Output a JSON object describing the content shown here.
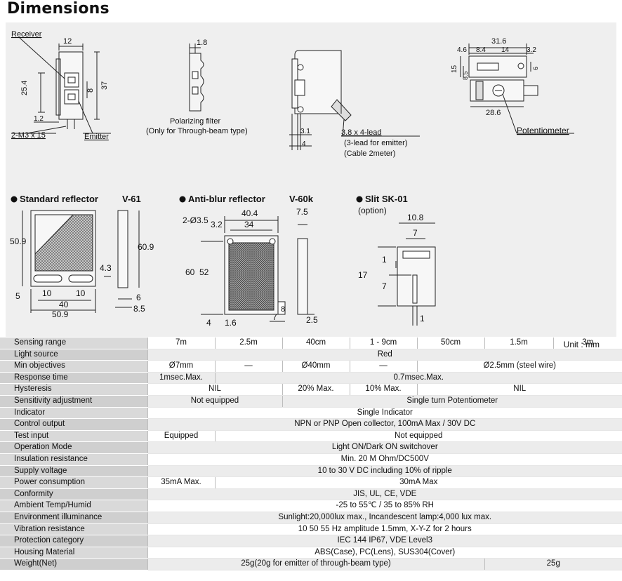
{
  "page": {
    "heading": "Dimensions",
    "unit_note": "Unit : mm"
  },
  "drawings": {
    "sensor_front": {
      "receiver": "Receiver",
      "emitter": "Emitter",
      "screw": "2-M3 x 15",
      "dim_width": "12",
      "dim_h1": "25.4",
      "dim_h2": "37",
      "dim_mid": "8",
      "dim_bottom": "1.2"
    },
    "filter": {
      "label": "Polarizing filter",
      "note": "(Only for Through-beam type)",
      "dim": "1.8"
    },
    "sensor_side": {
      "lead": "3.8 x 4-lead",
      "lead_note1": "(3-lead for emitter)",
      "lead_note2": "(Cable 2meter)",
      "dim_a": "3.1",
      "dim_b": "4"
    },
    "sensor_top": {
      "potentiometer": "Potentiometer",
      "dim_total": "31.6",
      "dim_a": "4.6",
      "dim_b": "8.4",
      "dim_c": "14",
      "dim_d": "3.2",
      "dim_h": "15",
      "dim_e": "8.5",
      "dim_f": "6",
      "dim_bottom": "28.6"
    },
    "reflector_v61": {
      "title": "Standard reflector",
      "model": "V-61",
      "dim_h": "50.9",
      "dim_side": "60.9",
      "dim_small": "4.3",
      "dim_5": "5",
      "dim_10a": "10",
      "dim_10b": "10",
      "dim_40": "40",
      "dim_509": "50.9",
      "dim_6": "6",
      "dim_85": "8.5"
    },
    "reflector_v60k": {
      "title": "Anti-blur reflector",
      "model": "V-60k",
      "holes": "2-Ø3.5",
      "dim_404": "40.4",
      "dim_32": "3.2",
      "dim_34": "34",
      "dim_60": "60",
      "dim_52": "52",
      "dim_75": "7.5",
      "dim_4": "4",
      "dim_16": "1.6",
      "dim_7": "7",
      "dim_8": "8",
      "dim_25": "2.5"
    },
    "slit": {
      "title": "Slit SK-01",
      "note": "(option)",
      "dim_108": "10.8",
      "dim_7a": "7",
      "dim_17": "17",
      "dim_1a": "1",
      "dim_7b": "7",
      "dim_1b": "1"
    }
  },
  "specs": {
    "rows": [
      {
        "label": "Sensing range",
        "cells": [
          {
            "text": "7m",
            "span": 1
          },
          {
            "text": "2.5m",
            "span": 1
          },
          {
            "text": "40cm",
            "span": 1
          },
          {
            "text": "1 - 9cm",
            "span": 1
          },
          {
            "text": "50cm",
            "span": 1
          },
          {
            "text": "1.5m",
            "span": 1
          },
          {
            "text": "3m",
            "span": 1
          }
        ]
      },
      {
        "label": "Light source",
        "cells": [
          {
            "text": "Red",
            "span": 7
          }
        ]
      },
      {
        "label": "Min objectives",
        "cells": [
          {
            "text": "Ø7mm",
            "span": 1
          },
          {
            "text": "—",
            "span": 1
          },
          {
            "text": "Ø40mm",
            "span": 1
          },
          {
            "text": "—",
            "span": 1
          },
          {
            "text": "Ø2.5mm (steel wire)",
            "span": 3
          }
        ]
      },
      {
        "label": "Response time",
        "cells": [
          {
            "text": "1msec.Max.",
            "span": 1
          },
          {
            "text": "0.7msec.Max.",
            "span": 6
          }
        ]
      },
      {
        "label": "Hysteresis",
        "cells": [
          {
            "text": "NIL",
            "span": 2
          },
          {
            "text": "20% Max.",
            "span": 1
          },
          {
            "text": "10% Max.",
            "span": 1
          },
          {
            "text": "NIL",
            "span": 3
          }
        ]
      },
      {
        "label": "Sensitivity adjustment",
        "cells": [
          {
            "text": "Not equipped",
            "span": 2
          },
          {
            "text": "Single turn Potentiometer",
            "span": 5
          }
        ]
      },
      {
        "label": "Indicator",
        "cells": [
          {
            "text": "Single Indicator",
            "span": 7
          }
        ]
      },
      {
        "label": "Control output",
        "cells": [
          {
            "text": "NPN or PNP Open collector, 100mA Max / 30V DC",
            "span": 7
          }
        ]
      },
      {
        "label": "Test input",
        "cells": [
          {
            "text": "Equipped",
            "span": 1
          },
          {
            "text": "Not equipped",
            "span": 6
          }
        ]
      },
      {
        "label": "Operation Mode",
        "cells": [
          {
            "text": "Light ON/Dark ON switchover",
            "span": 7
          }
        ]
      },
      {
        "label": "Insulation resistance",
        "cells": [
          {
            "text": "Min. 20 M Ohm/DC500V",
            "span": 7
          }
        ]
      },
      {
        "label": "Supply voltage",
        "cells": [
          {
            "text": "10 to 30 V DC including 10% of ripple",
            "span": 7
          }
        ]
      },
      {
        "label": "Power consumption",
        "cells": [
          {
            "text": "35mA Max.",
            "span": 1
          },
          {
            "text": "30mA Max",
            "span": 6
          }
        ]
      },
      {
        "label": "Conformity",
        "cells": [
          {
            "text": "JIS, UL, CE, VDE",
            "span": 7
          }
        ]
      },
      {
        "label": "Ambient Temp/Humid",
        "cells": [
          {
            "text": "-25 to 55℃ / 35 to 85% RH",
            "span": 7
          }
        ]
      },
      {
        "label": "Environment illuminance",
        "cells": [
          {
            "text": "Sunlight:20,000lux max., Incandescent lamp:4,000 lux max.",
            "span": 7
          }
        ]
      },
      {
        "label": "Vibration resistance",
        "cells": [
          {
            "text": "10 50 55 Hz amplitude 1.5mm, X-Y-Z for 2 hours",
            "span": 7
          }
        ]
      },
      {
        "label": "Protection category",
        "cells": [
          {
            "text": "IEC 144 IP67, VDE Level3",
            "span": 7
          }
        ]
      },
      {
        "label": "Housing Material",
        "cells": [
          {
            "text": "ABS(Case), PC(Lens), SUS304(Cover)",
            "span": 7
          }
        ]
      },
      {
        "label": "Weight(Net)",
        "cells": [
          {
            "text": "25g(20g for emitter of through-beam type)",
            "span": 5
          },
          {
            "text": "25g",
            "span": 2
          }
        ]
      }
    ]
  }
}
